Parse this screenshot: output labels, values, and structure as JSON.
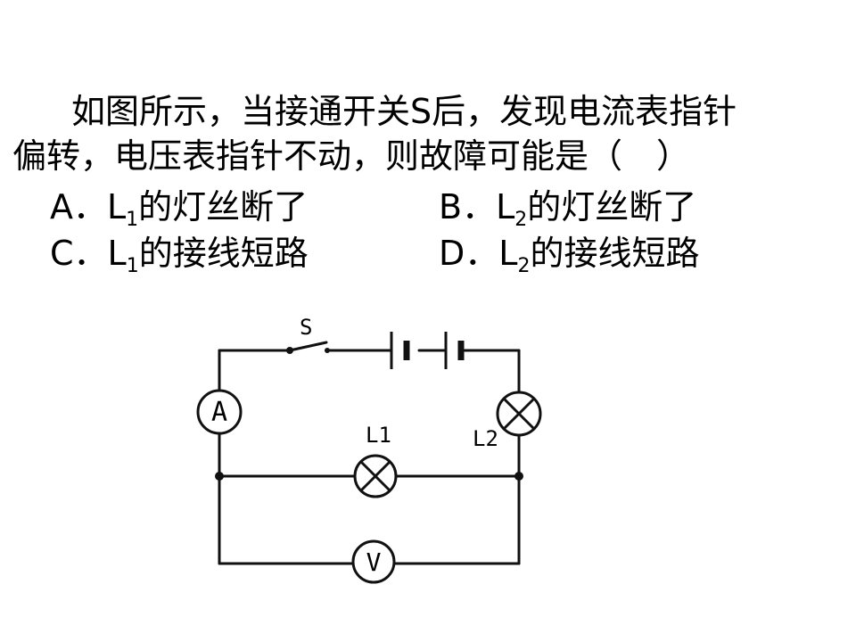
{
  "question": {
    "line1": "如图所示，当接通开关S后，发现电流表指针",
    "line2": "偏转，电压表指针不动，则故障可能是（　）"
  },
  "options": [
    {
      "prefix": "A．L",
      "sub": "1",
      "text": "的灯丝断了"
    },
    {
      "prefix": "B．L",
      "sub": "2",
      "text": "的灯丝断了"
    },
    {
      "prefix": "C．L",
      "sub": "1",
      "text": "的接线短路"
    },
    {
      "prefix": "D．L",
      "sub": "2",
      "text": "的接线短路"
    }
  ],
  "circuit": {
    "switch_label": "S",
    "ammeter_label": "A",
    "voltmeter_label": "V",
    "lamp1_label": "L1",
    "lamp2_label": "L2"
  }
}
